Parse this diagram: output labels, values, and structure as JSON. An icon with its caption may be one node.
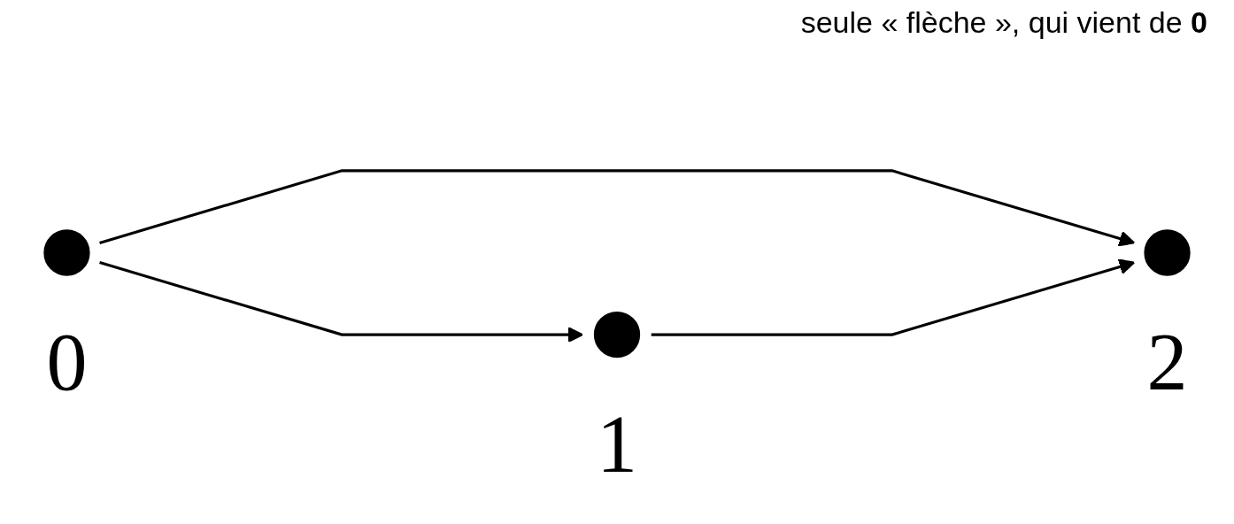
{
  "diagram": {
    "nodes": [
      {
        "text": [],
        "shape": "circle",
        "beside": [
          "0"
        ]
      },
      {
        "text": [],
        "shape": "circle",
        "beside": [
          "1"
        ]
      },
      {
        "text": [],
        "shape": "circle",
        "beside": [
          "2"
        ]
      }
    ],
    "edges": [
      {
        "from": 0,
        "to": 1,
        "arrow": "to"
      },
      {
        "from": 0,
        "to": 2,
        "arrow": "to"
      },
      {
        "from": 1,
        "to": 2,
        "arrow": "to"
      }
    ],
    "labels": [
      "seule « flèche », qui vient de **0**"
    ]
  }
}
